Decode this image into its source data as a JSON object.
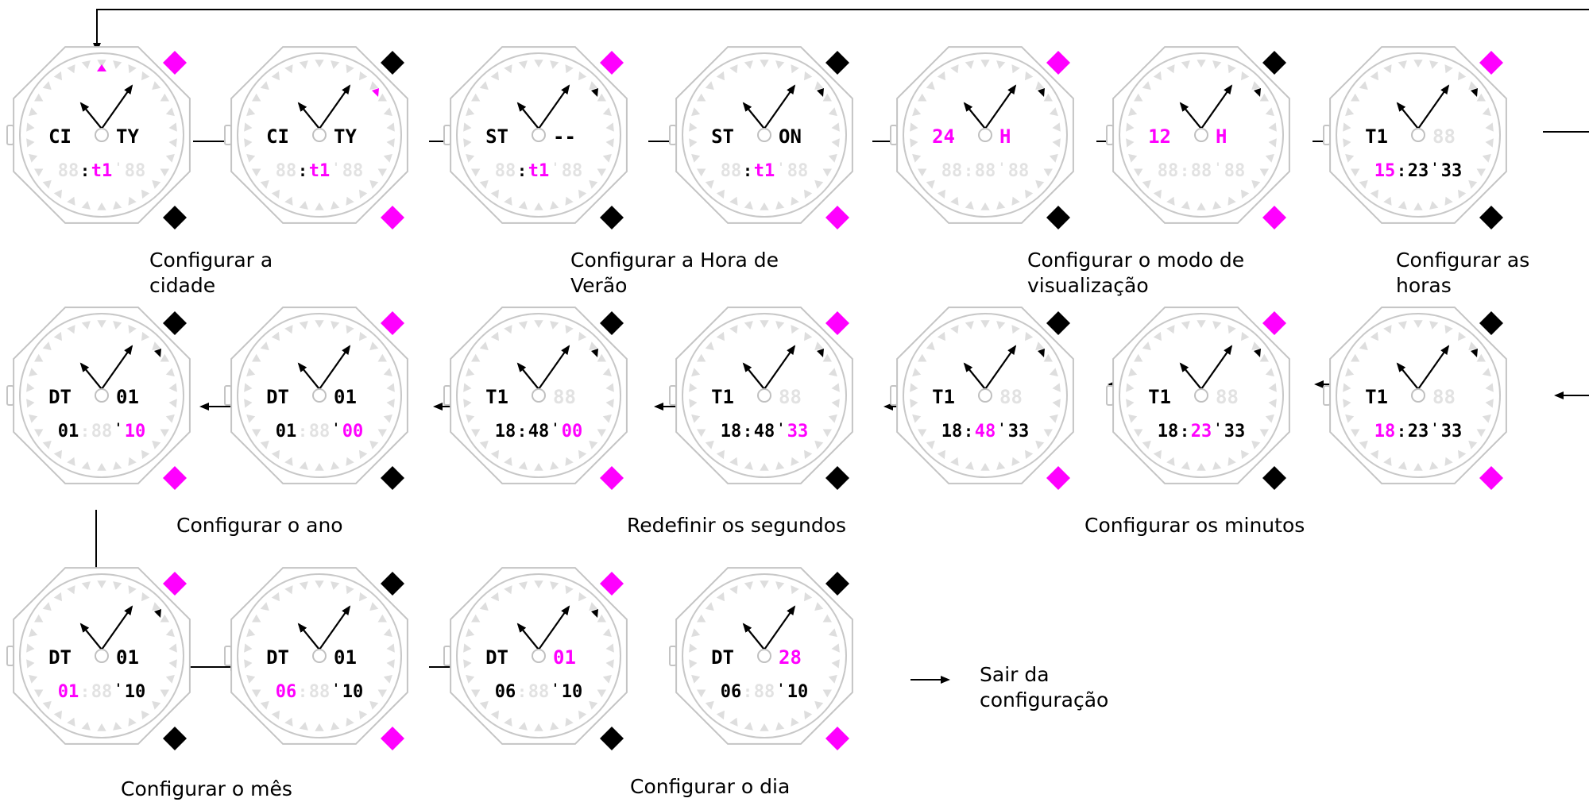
{
  "colors": {
    "highlight": "#ff00ff",
    "text": "#000000",
    "ghost_segment": "#e2e2e2",
    "button_active": "#ff00ff",
    "button_other": "#000000"
  },
  "watches": [
    {
      "id": "w1",
      "row": 1,
      "col": 1,
      "top": [
        {
          "t": "CI",
          "c": "k"
        },
        {
          "t": "TY",
          "c": "k"
        }
      ],
      "bottom": [
        {
          "t": "88",
          "c": "g"
        },
        {
          "t": "t1",
          "c": "m"
        },
        {
          "t": "88",
          "c": "g"
        }
      ],
      "indicator": "top-magenta",
      "buttons": {
        "upper": "magenta",
        "lower": "black"
      }
    },
    {
      "id": "w2",
      "row": 1,
      "col": 2,
      "top": [
        {
          "t": "CI",
          "c": "k"
        },
        {
          "t": "TY",
          "c": "k"
        }
      ],
      "bottom": [
        {
          "t": "88",
          "c": "g"
        },
        {
          "t": "t1",
          "c": "m"
        },
        {
          "t": "88",
          "c": "g"
        }
      ],
      "indicator": "right-magenta",
      "buttons": {
        "upper": "black",
        "lower": "magenta"
      }
    },
    {
      "id": "w3",
      "row": 1,
      "col": 3,
      "top": [
        {
          "t": "ST",
          "c": "k"
        },
        {
          "t": "--",
          "c": "k"
        }
      ],
      "bottom": [
        {
          "t": "88",
          "c": "g"
        },
        {
          "t": "t1",
          "c": "m"
        },
        {
          "t": "88",
          "c": "g"
        }
      ],
      "indicator": "right-black",
      "buttons": {
        "upper": "magenta",
        "lower": "black"
      }
    },
    {
      "id": "w4",
      "row": 1,
      "col": 4,
      "top": [
        {
          "t": "ST",
          "c": "k"
        },
        {
          "t": "ON",
          "c": "k"
        }
      ],
      "bottom": [
        {
          "t": "88",
          "c": "g"
        },
        {
          "t": "t1",
          "c": "m"
        },
        {
          "t": "88",
          "c": "g"
        }
      ],
      "indicator": "right-black",
      "buttons": {
        "upper": "black",
        "lower": "magenta"
      }
    },
    {
      "id": "w5",
      "row": 1,
      "col": 5,
      "top": [
        {
          "t": "24",
          "c": "m"
        },
        {
          "t": "H",
          "c": "m"
        }
      ],
      "bottom": [
        {
          "t": "88",
          "c": "g"
        },
        {
          "t": "88",
          "c": "g"
        },
        {
          "t": "88",
          "c": "g"
        }
      ],
      "indicator": "right-black",
      "buttons": {
        "upper": "magenta",
        "lower": "black"
      }
    },
    {
      "id": "w6",
      "row": 1,
      "col": 6,
      "top": [
        {
          "t": "12",
          "c": "m"
        },
        {
          "t": "H",
          "c": "m"
        }
      ],
      "bottom": [
        {
          "t": "88",
          "c": "g"
        },
        {
          "t": "88",
          "c": "g"
        },
        {
          "t": "88",
          "c": "g"
        }
      ],
      "indicator": "right-black",
      "buttons": {
        "upper": "black",
        "lower": "magenta"
      }
    },
    {
      "id": "w7",
      "row": 1,
      "col": 7,
      "top": [
        {
          "t": "T1",
          "c": "k"
        },
        {
          "t": "88",
          "c": "g"
        }
      ],
      "bottom": [
        {
          "t": "15",
          "c": "m"
        },
        {
          "t": "23",
          "c": "k"
        },
        {
          "t": "33",
          "c": "k"
        }
      ],
      "indicator": "right-black",
      "buttons": {
        "upper": "magenta",
        "lower": "black"
      }
    },
    {
      "id": "w8",
      "row": 2,
      "col": 7,
      "top": [
        {
          "t": "T1",
          "c": "k"
        },
        {
          "t": "88",
          "c": "g"
        }
      ],
      "bottom": [
        {
          "t": "18",
          "c": "m"
        },
        {
          "t": "23",
          "c": "k"
        },
        {
          "t": "33",
          "c": "k"
        }
      ],
      "indicator": "right-black",
      "buttons": {
        "upper": "black",
        "lower": "magenta"
      }
    },
    {
      "id": "w9",
      "row": 2,
      "col": 6,
      "top": [
        {
          "t": "T1",
          "c": "k"
        },
        {
          "t": "88",
          "c": "g"
        }
      ],
      "bottom": [
        {
          "t": "18",
          "c": "k"
        },
        {
          "t": "23",
          "c": "m"
        },
        {
          "t": "33",
          "c": "k"
        }
      ],
      "indicator": "right-black",
      "buttons": {
        "upper": "magenta",
        "lower": "black"
      }
    },
    {
      "id": "w10",
      "row": 2,
      "col": 5,
      "top": [
        {
          "t": "T1",
          "c": "k"
        },
        {
          "t": "88",
          "c": "g"
        }
      ],
      "bottom": [
        {
          "t": "18",
          "c": "k"
        },
        {
          "t": "48",
          "c": "m"
        },
        {
          "t": "33",
          "c": "k"
        }
      ],
      "indicator": "right-black",
      "buttons": {
        "upper": "black",
        "lower": "magenta"
      }
    },
    {
      "id": "w11",
      "row": 2,
      "col": 4,
      "top": [
        {
          "t": "T1",
          "c": "k"
        },
        {
          "t": "88",
          "c": "g"
        }
      ],
      "bottom": [
        {
          "t": "18",
          "c": "k"
        },
        {
          "t": "48",
          "c": "k"
        },
        {
          "t": "33",
          "c": "m"
        }
      ],
      "indicator": "right-black",
      "buttons": {
        "upper": "magenta",
        "lower": "black"
      }
    },
    {
      "id": "w12",
      "row": 2,
      "col": 3,
      "top": [
        {
          "t": "T1",
          "c": "k"
        },
        {
          "t": "88",
          "c": "g"
        }
      ],
      "bottom": [
        {
          "t": "18",
          "c": "k"
        },
        {
          "t": "48",
          "c": "k"
        },
        {
          "t": "00",
          "c": "m"
        }
      ],
      "indicator": "right-black",
      "buttons": {
        "upper": "black",
        "lower": "magenta"
      }
    },
    {
      "id": "w13",
      "row": 2,
      "col": 2,
      "top": [
        {
          "t": "DT",
          "c": "k"
        },
        {
          "t": "01",
          "c": "k"
        }
      ],
      "bottom": [
        {
          "t": "01",
          "c": "k"
        },
        {
          "t": "88",
          "c": "g"
        },
        {
          "t": "00",
          "c": "m"
        }
      ],
      "indicator": "none",
      "buttons": {
        "upper": "magenta",
        "lower": "black"
      }
    },
    {
      "id": "w14",
      "row": 2,
      "col": 1,
      "top": [
        {
          "t": "DT",
          "c": "k"
        },
        {
          "t": "01",
          "c": "k"
        }
      ],
      "bottom": [
        {
          "t": "01",
          "c": "k"
        },
        {
          "t": "88",
          "c": "g"
        },
        {
          "t": "10",
          "c": "m"
        }
      ],
      "indicator": "right-black",
      "buttons": {
        "upper": "black",
        "lower": "magenta"
      }
    },
    {
      "id": "w15",
      "row": 3,
      "col": 1,
      "top": [
        {
          "t": "DT",
          "c": "k"
        },
        {
          "t": "01",
          "c": "k"
        }
      ],
      "bottom": [
        {
          "t": "01",
          "c": "m"
        },
        {
          "t": "88",
          "c": "g"
        },
        {
          "t": "10",
          "c": "k"
        }
      ],
      "indicator": "right-black",
      "buttons": {
        "upper": "magenta",
        "lower": "black"
      }
    },
    {
      "id": "w16",
      "row": 3,
      "col": 2,
      "top": [
        {
          "t": "DT",
          "c": "k"
        },
        {
          "t": "01",
          "c": "k"
        }
      ],
      "bottom": [
        {
          "t": "06",
          "c": "m"
        },
        {
          "t": "88",
          "c": "g"
        },
        {
          "t": "10",
          "c": "k"
        }
      ],
      "indicator": "none",
      "buttons": {
        "upper": "black",
        "lower": "magenta"
      }
    },
    {
      "id": "w17",
      "row": 3,
      "col": 3,
      "top": [
        {
          "t": "DT",
          "c": "k"
        },
        {
          "t": "01",
          "c": "m"
        }
      ],
      "bottom": [
        {
          "t": "06",
          "c": "k"
        },
        {
          "t": "88",
          "c": "g"
        },
        {
          "t": "10",
          "c": "k"
        }
      ],
      "indicator": "right-black",
      "buttons": {
        "upper": "magenta",
        "lower": "black"
      }
    },
    {
      "id": "w18",
      "row": 3,
      "col": 4,
      "top": [
        {
          "t": "DT",
          "c": "k"
        },
        {
          "t": "28",
          "c": "m"
        }
      ],
      "bottom": [
        {
          "t": "06",
          "c": "k"
        },
        {
          "t": "88",
          "c": "g"
        },
        {
          "t": "10",
          "c": "k"
        }
      ],
      "indicator": "none",
      "buttons": {
        "upper": "black",
        "lower": "magenta"
      }
    }
  ],
  "captions": {
    "set_city": "Configurar a\ncidade",
    "set_dst": "Configurar a Hora de\nVerão",
    "set_display_mode": "Configurar o modo de\nvisualização",
    "set_hours": "Configurar as\nhoras",
    "set_year": "Configurar o ano",
    "reset_seconds": "Redefinir os segundos",
    "set_minutes": "Configurar os minutos",
    "set_month": "Configurar o mês",
    "set_day": "Configurar o dia",
    "exit_setting": "Sair da\nconfiguração"
  }
}
